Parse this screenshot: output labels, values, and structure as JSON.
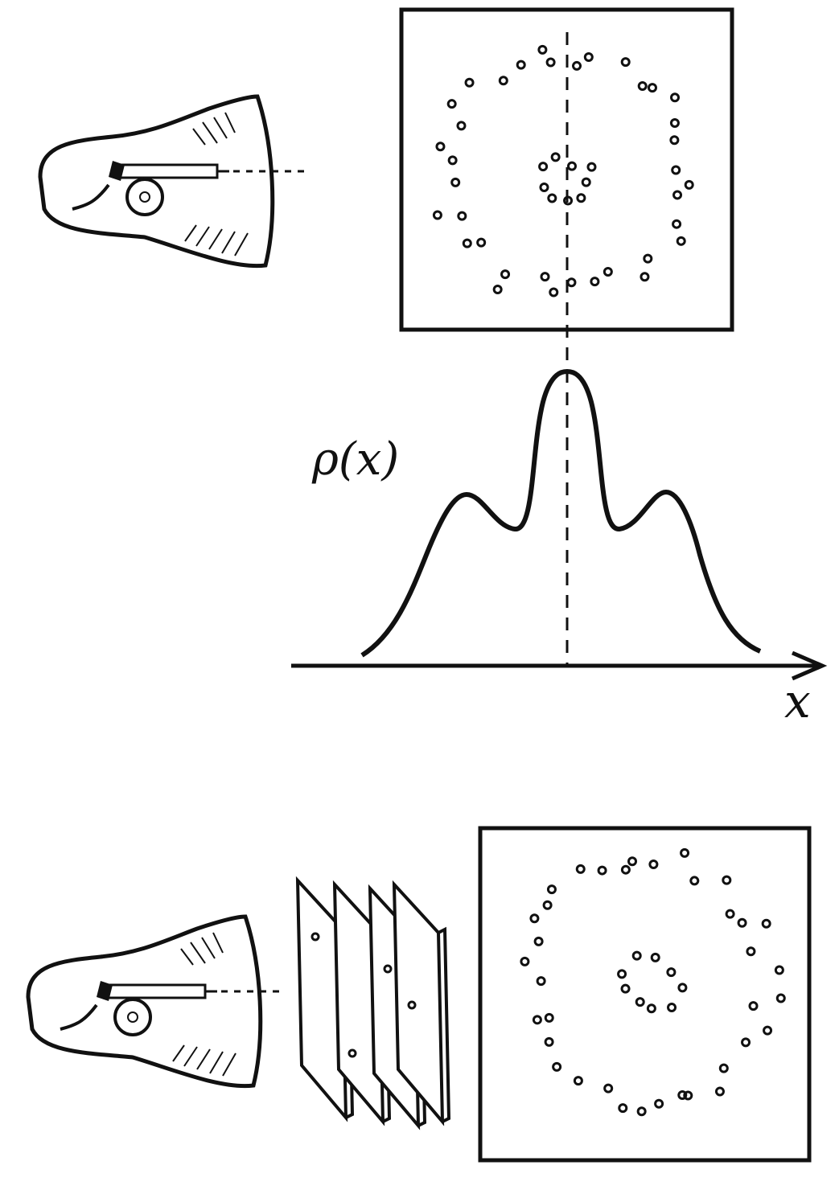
{
  "labels": {
    "density": "ρ(x)",
    "axis": "x"
  },
  "colors": {
    "ink": "#111111",
    "background": "#ffffff"
  },
  "panels": [
    "electron-gun-with-screen",
    "probability-density-curve",
    "electron-gun-with-plates-and-screen"
  ]
}
